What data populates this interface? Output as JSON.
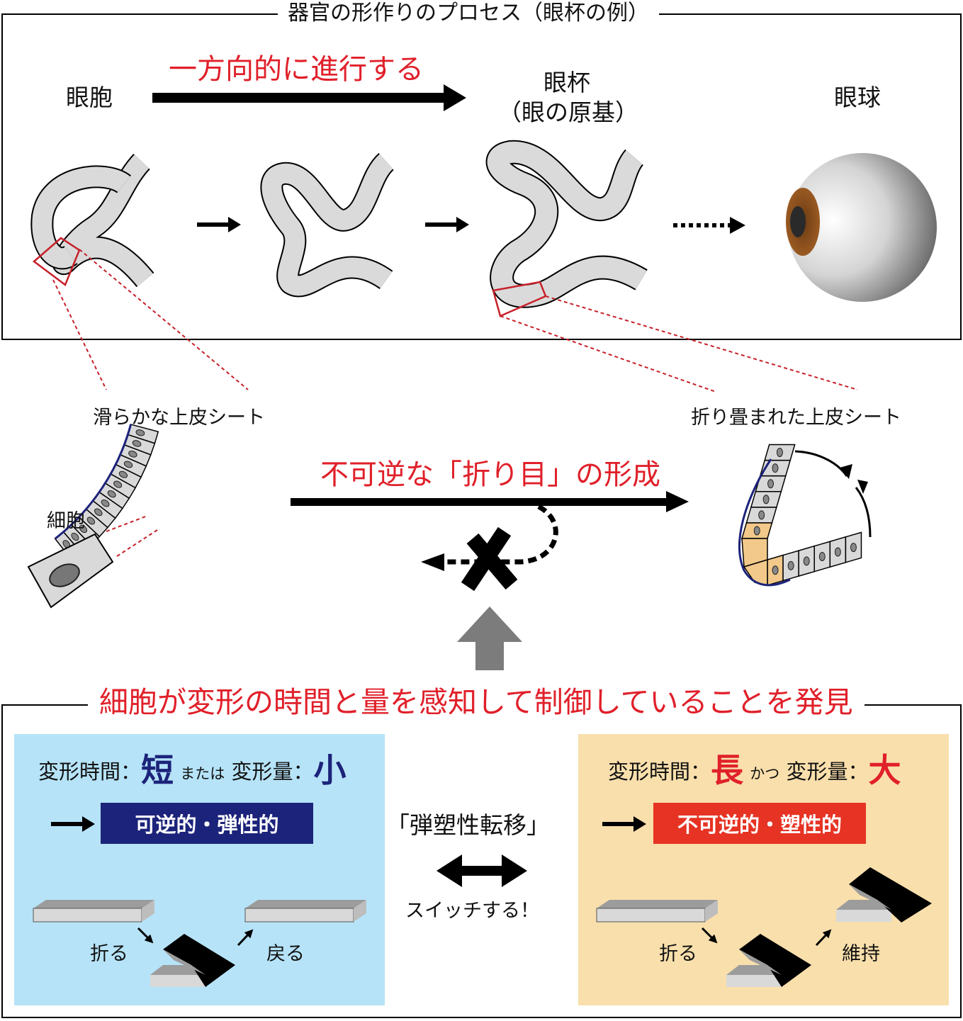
{
  "top_section": {
    "title": "器官の形作りのプロセス（眼杯の例）",
    "arrow_label": "一方向的に進行する",
    "stage_optic_vesicle": "眼胞",
    "stage_optic_cup_line1": "眼杯",
    "stage_optic_cup_line2": "（眼の原基）",
    "stage_eyeball": "眼球"
  },
  "middle_section": {
    "smooth_sheet_label": "滑らかな上皮シート",
    "cell_label": "細胞",
    "folded_sheet_label": "折り畳まれた上皮シート",
    "crease_label": "不可逆な「折り目」の形成"
  },
  "bottom_section": {
    "title": "細胞が変形の時間と量を感知して制御していることを発見",
    "left_panel": {
      "part1": "変形時間：",
      "emph1": "短",
      "joiner": "または",
      "part2": "変形量：",
      "emph2": "小",
      "badge": "可逆的・弾性的",
      "fold_label": "折る",
      "return_label": "戻る"
    },
    "center": {
      "title": "「弾塑性転移」",
      "switch_label": "スイッチする！"
    },
    "right_panel": {
      "part1": "変形時間：",
      "emph1": "長",
      "joiner": "かつ",
      "part2": "変形量：",
      "emph2": "大",
      "badge": "不可逆的・塑性的",
      "fold_label": "折る",
      "keep_label": "維持"
    }
  },
  "colors": {
    "red_text": "#e0202a",
    "navy_badge": "#1c237a",
    "red_badge": "#e63324",
    "blue_panel": "#b6e3f8",
    "orange_panel": "#f9dfac",
    "tissue_gray": "#d9d9d9",
    "iris_brown": "#8a4d1c"
  },
  "icons": [
    "process-arrow",
    "eyeball-illustration",
    "cross-mark-icon",
    "upward-gray-arrow",
    "double-headed-arrow"
  ]
}
